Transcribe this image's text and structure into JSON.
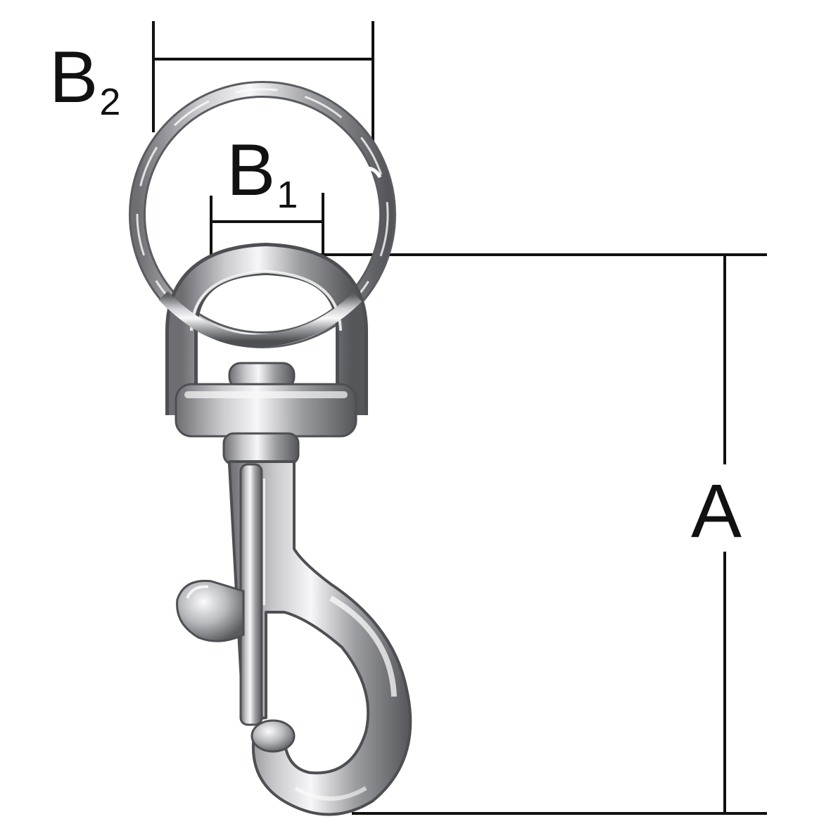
{
  "labels": {
    "b2": {
      "main": "B",
      "sub": "2"
    },
    "b1": {
      "main": "B",
      "sub": "1"
    },
    "a": {
      "main": "A"
    }
  },
  "colors": {
    "line": "#111111",
    "metal_dark": "#5e5e62",
    "metal_mid": "#a7a8ac",
    "metal_light": "#f2f2f4",
    "background": "#ffffff"
  }
}
